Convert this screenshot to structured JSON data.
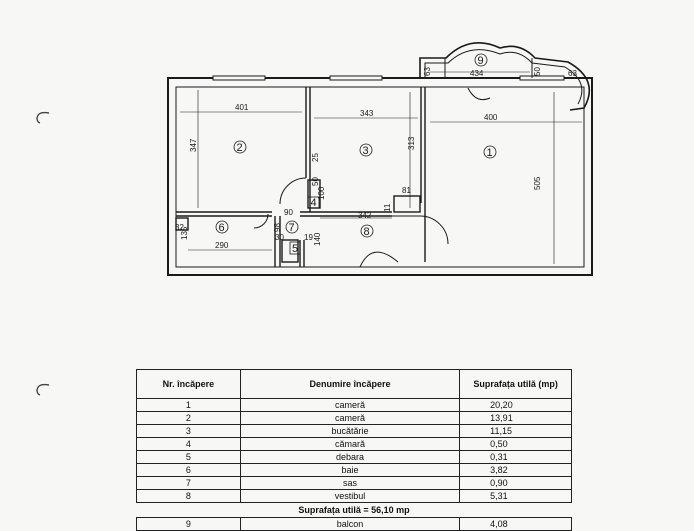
{
  "plan": {
    "dims": {
      "d401": "401",
      "d343": "343",
      "d400": "400",
      "d434": "434",
      "d347": "347",
      "d313": "313",
      "d505": "505",
      "d63a": "63",
      "d63b": "63",
      "d50": "50",
      "d25": "25",
      "d100": "100",
      "d81": "81",
      "d11": "11",
      "d90": "90",
      "d342": "342",
      "d135": "135",
      "d32": "32",
      "d290": "290",
      "d98": "98",
      "d30": "30",
      "d19": "19",
      "d140": "140",
      "d50b": "50"
    },
    "rooms": {
      "r1": "1",
      "r2": "2",
      "r3": "3",
      "r4": "4",
      "r5": "5",
      "r6": "6",
      "r7": "7",
      "r8": "8",
      "r9": "9"
    }
  },
  "table": {
    "headers": {
      "nr": "Nr. încăpere",
      "name": "Denumire încăpere",
      "area": "Suprafața utilă (mp)"
    },
    "rows": [
      {
        "nr": "1",
        "name": "cameră",
        "area": "20,20"
      },
      {
        "nr": "2",
        "name": "cameră",
        "area": "13,91"
      },
      {
        "nr": "3",
        "name": "bucătărie",
        "area": "11,15"
      },
      {
        "nr": "4",
        "name": "cămară",
        "area": "0,50"
      },
      {
        "nr": "5",
        "name": "debara",
        "area": "0,31"
      },
      {
        "nr": "6",
        "name": "baie",
        "area": "3,82"
      },
      {
        "nr": "7",
        "name": "sas",
        "area": "0,90"
      },
      {
        "nr": "8",
        "name": "vestibul",
        "area": "5,31"
      }
    ],
    "total_label": "Suprafața utilă = 56,10 mp",
    "extra_rows": [
      {
        "nr": "9",
        "name": "balcon",
        "area": "4,08"
      }
    ]
  }
}
